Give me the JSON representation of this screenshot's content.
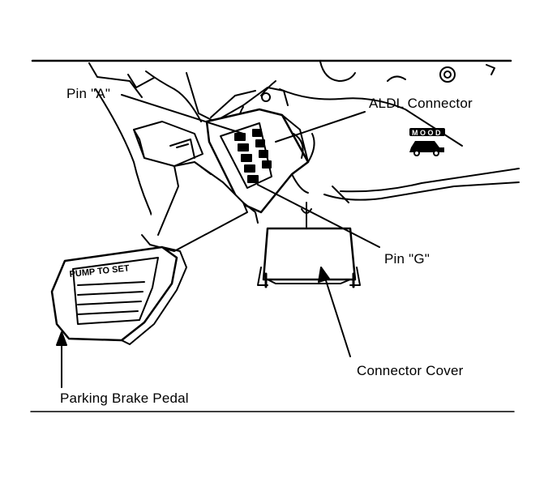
{
  "labels": {
    "pin_a": "Pin \"A\"",
    "aldl_connector": "ALDL Connector",
    "pin_g": "Pin \"G\"",
    "connector_cover": "Connector Cover",
    "parking_brake_pedal": "Parking Brake Pedal",
    "pedal_text": "PUMP TO SET"
  },
  "icons": {
    "dash_symbol": "mood-car-icon"
  },
  "colors": {
    "ink": "#000000",
    "paper": "#ffffff"
  }
}
